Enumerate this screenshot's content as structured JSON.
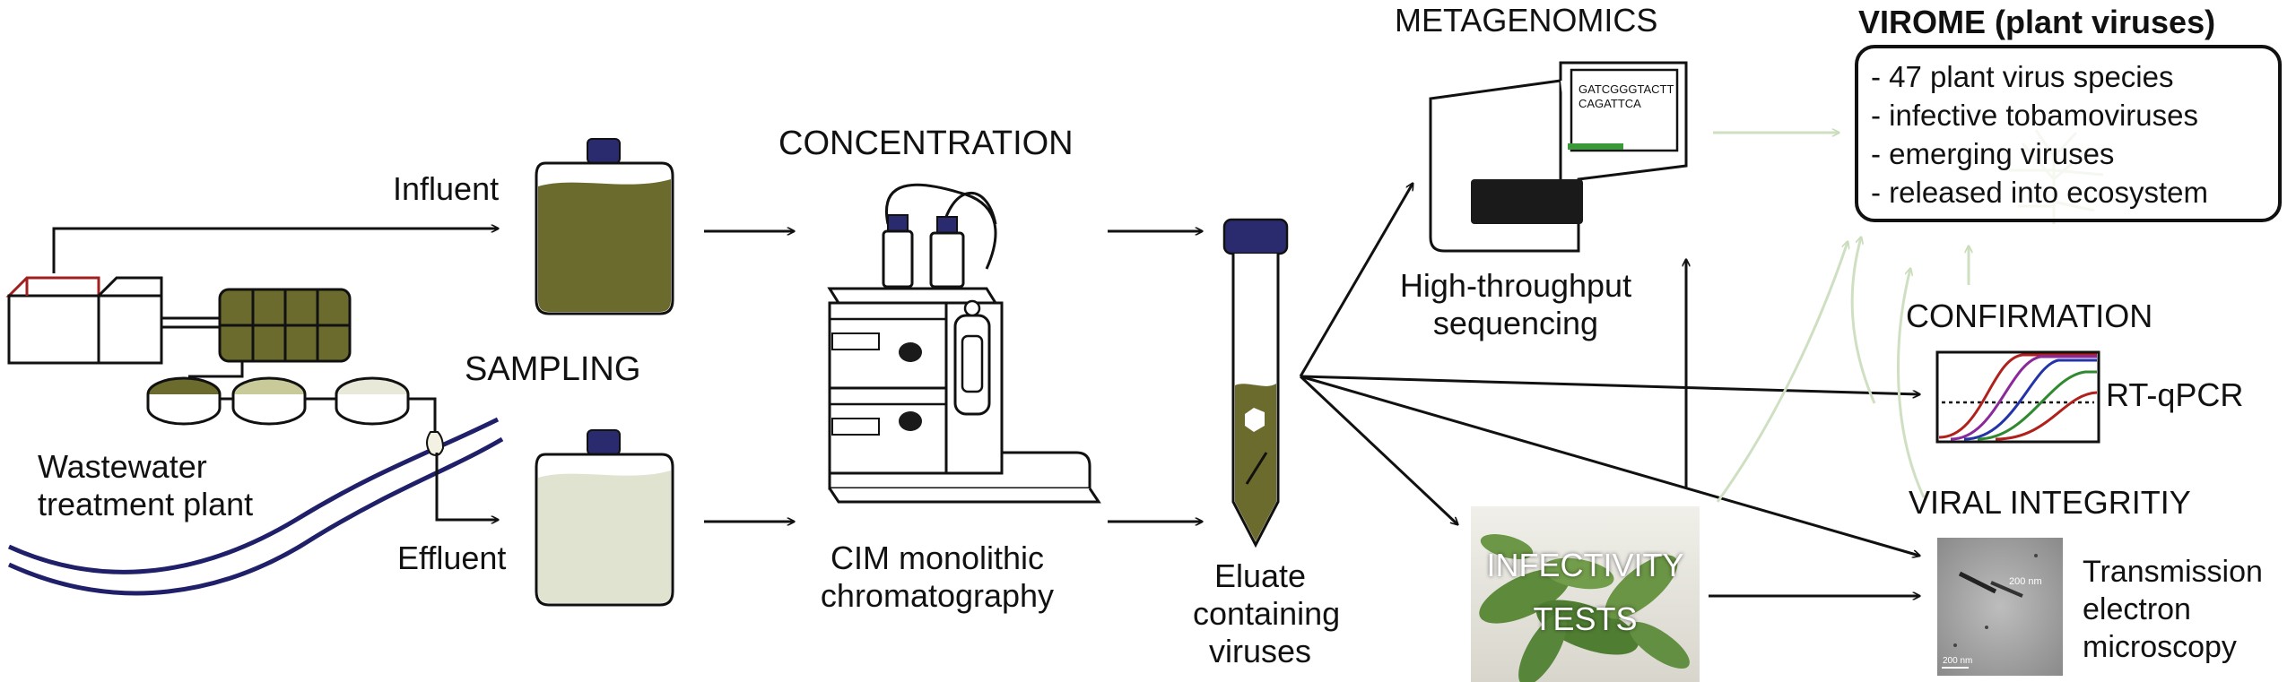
{
  "labels": {
    "influent": "Influent",
    "effluent": "Effluent",
    "sampling": "SAMPLING",
    "wwtp_line1": "Wastewater",
    "wwtp_line2": "treatment plant",
    "concentration": "CONCENTRATION",
    "cim_line1": "CIM monolithic",
    "cim_line2": "chromatography",
    "eluate_line1": "Eluate",
    "eluate_line2": "containing",
    "eluate_line3": "viruses",
    "metagenomics": "METAGENOMICS",
    "hts_line1": "High-throughput",
    "hts_line2": "sequencing",
    "infectivity_line1": "INFECTIVITY",
    "infectivity_line2": "TESTS",
    "confirmation": "CONFIRMATION",
    "rtqpcr": "RT-qPCR",
    "viral_integrity": "VIRAL INTEGRITIY",
    "tem_line1": "Transmission",
    "tem_line2": "electron",
    "tem_line3": "microscopy",
    "sequencer_text_line1": "GATCGGGTACTT",
    "sequencer_text_line2": "CAGATTCA",
    "tem_scale1": "200 nm",
    "tem_scale2": "200 nm"
  },
  "virome": {
    "title": "VIROME (plant viruses)",
    "items": [
      "- 47 plant virus species",
      "- infective tobamoviruses",
      "- emerging viruses",
      "- released into ecosystem"
    ]
  },
  "colors": {
    "influent_liquid": "#6b6b2e",
    "effluent_liquid": "#dfe3cf",
    "cap": "#2a2a6e",
    "river": "#1f1f6a",
    "green_arrow": "#cfe0c2",
    "pcr_red": "#b0201c",
    "pcr_blue": "#2434a8",
    "pcr_green": "#2f8a2f",
    "pcr_purple": "#8a2a9a"
  }
}
